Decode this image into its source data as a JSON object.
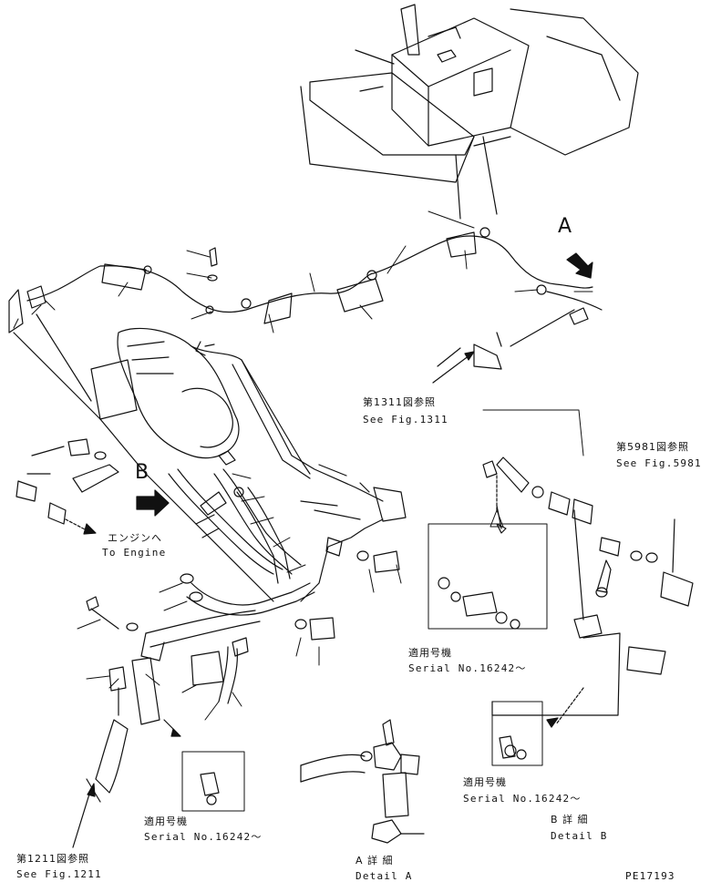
{
  "labels": {
    "see_1311_jp": "第1311図参照",
    "see_1311_en": "See Fig.1311",
    "see_5981_jp": "第5981図参照",
    "see_5981_en": "See Fig.5981",
    "see_1211_jp": "第1211図参照",
    "see_1211_en": "See Fig.1211",
    "to_engine_jp": "エンジンへ",
    "to_engine_en": "To Engine",
    "serial_jp": "適用号機",
    "serial_en": "Serial No.16242～",
    "detail_a_jp": "A 詳 細",
    "detail_a_en": "Detail A",
    "detail_b_jp": "B 詳 細",
    "detail_b_en": "Detail B",
    "callout_a": "A",
    "callout_b": "B",
    "drawing_number": "PE17193"
  }
}
